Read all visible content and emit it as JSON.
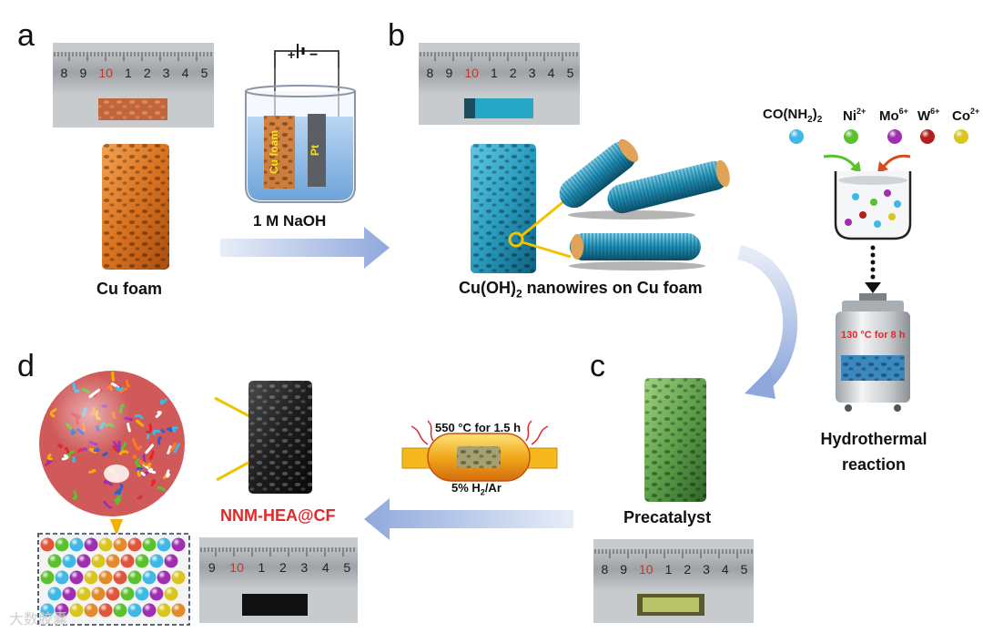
{
  "panels": {
    "a": "a",
    "b": "b",
    "c": "c",
    "d": "d"
  },
  "panel_a": {
    "foam_label": "Cu foam",
    "electrolyte_label": "1 M NaOH",
    "beaker_foam_label": "Cu foam",
    "beaker_pt_label": "Pt",
    "ruler_numbers": [
      "8",
      "9",
      "10",
      "1",
      "2",
      "3",
      "4",
      "5"
    ]
  },
  "panel_b": {
    "label_main": "Cu(OH)",
    "label_sub": "2",
    "label_tail": " nanowires on Cu foam",
    "ruler_numbers": [
      "8",
      "9",
      "10",
      "1",
      "2",
      "3",
      "4",
      "5"
    ]
  },
  "precursors": {
    "urea_main": "CO(NH",
    "urea_sub": "2",
    "urea_tail": ")",
    "urea_sub2": "2",
    "ni": "Ni",
    "ni_charge": "2+",
    "mo": "Mo",
    "mo_charge": "6+",
    "w": "W",
    "w_charge": "6+",
    "co": "Co",
    "co_charge": "2+",
    "autoclave_label": "130 °C for 8 h",
    "reaction_line1": "Hydrothermal",
    "reaction_line2": "reaction"
  },
  "panel_c": {
    "label": "Precatalyst",
    "ruler_numbers": [
      "8",
      "9",
      "10",
      "1",
      "2",
      "3",
      "4",
      "5"
    ]
  },
  "anneal": {
    "temp_label": "550 °C for 1.5 h",
    "gas_main": "5% H",
    "gas_sub": "2",
    "gas_tail": "/Ar"
  },
  "panel_d": {
    "label": "NNM-HEA@CF",
    "ruler_numbers": [
      "9",
      "10",
      "1",
      "2",
      "3",
      "4",
      "5"
    ]
  },
  "colors": {
    "arrow": "#9db3e0",
    "cu": "#d9731f",
    "cuoh": "#2a9dc0",
    "precat": "#5fa14a",
    "hea_label": "#e3282a",
    "connector": "#f2c200",
    "ni": "#5cc12e",
    "mo": "#a02fb0",
    "w": "#b51e1e",
    "co": "#d9c51e",
    "urea": "#3fb8e6"
  },
  "watermark": "大数胶囊"
}
